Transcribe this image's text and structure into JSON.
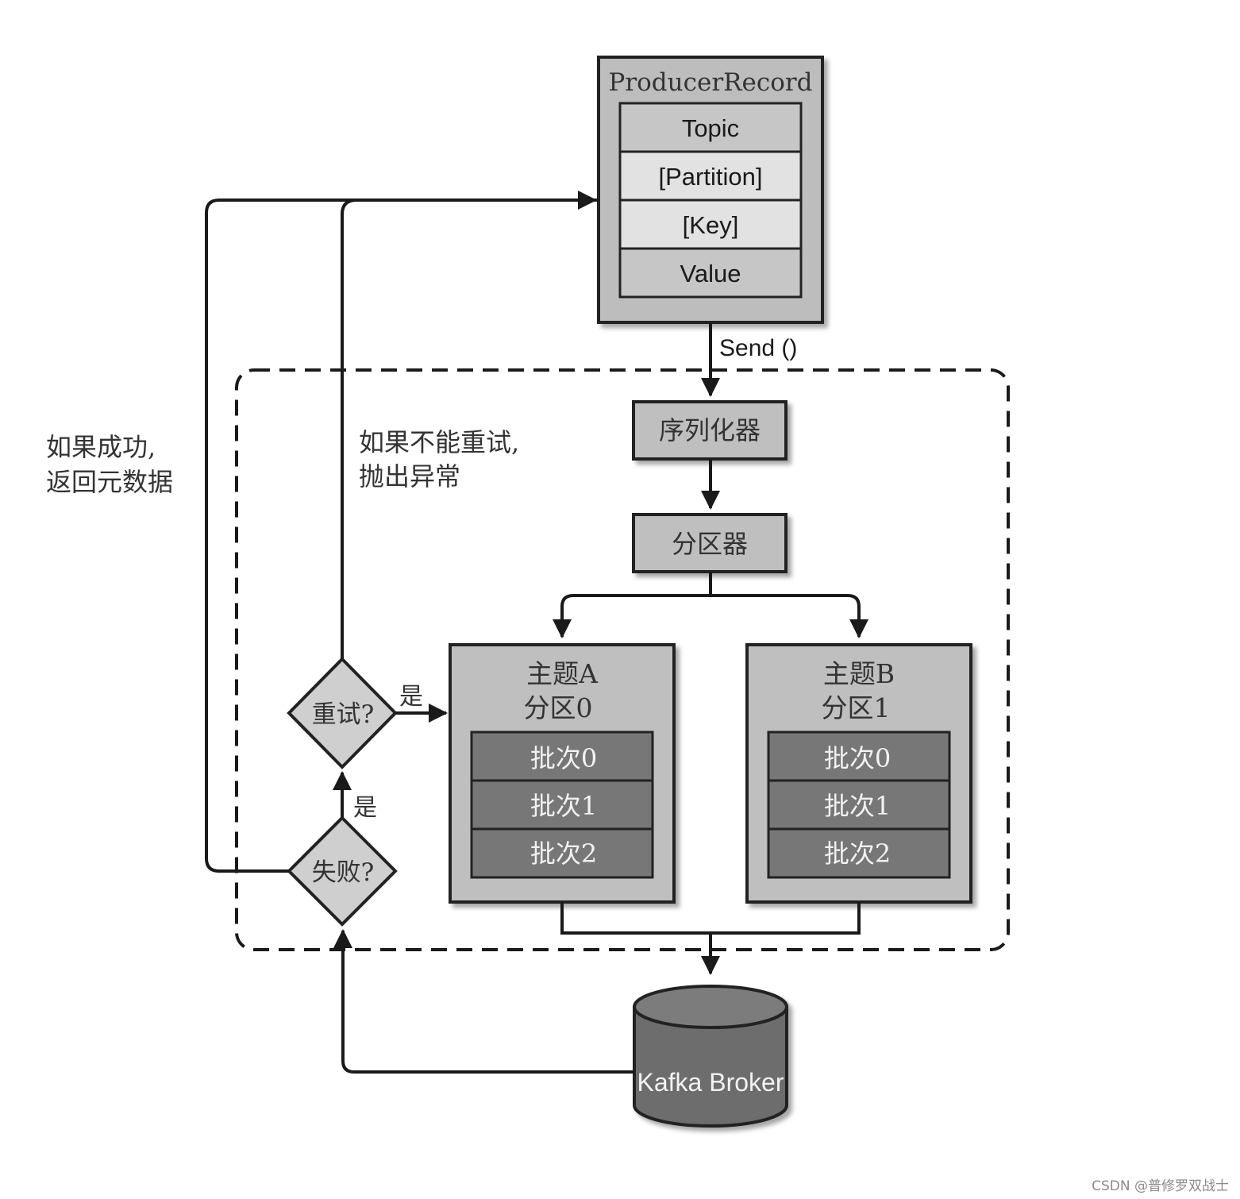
{
  "producer_record": {
    "title": "ProducerRecord",
    "fields": [
      "Topic",
      "[Partition]",
      "[Key]",
      "Value"
    ]
  },
  "send_label": "Send ()",
  "serializer_label": "序列化器",
  "partitioner_label": "分区器",
  "topics": [
    {
      "title": "主题A",
      "partition": "分区0",
      "batches": [
        "批次0",
        "批次1",
        "批次2"
      ]
    },
    {
      "title": "主题B",
      "partition": "分区1",
      "batches": [
        "批次0",
        "批次1",
        "批次2"
      ]
    }
  ],
  "broker_label": "Kafka Broker",
  "decisions": {
    "failed": "失败?",
    "retry": "重试?"
  },
  "yes_labels": {
    "failed_yes": "是",
    "retry_yes": "是"
  },
  "notes": {
    "success_line1": "如果成功,",
    "success_line2": "返回元数据",
    "noretry_line1": "如果不能重试,",
    "noretry_line2": "抛出异常"
  },
  "watermark": "CSDN @普修罗双战士",
  "colors": {
    "box_fill": "#bfbfbf",
    "field_dark": "#c4c4c4",
    "field_light": "#e0e0e0",
    "batch_fill": "#7a7a7a",
    "cylinder_fill": "#6f6f6f",
    "stroke": "#222222"
  }
}
